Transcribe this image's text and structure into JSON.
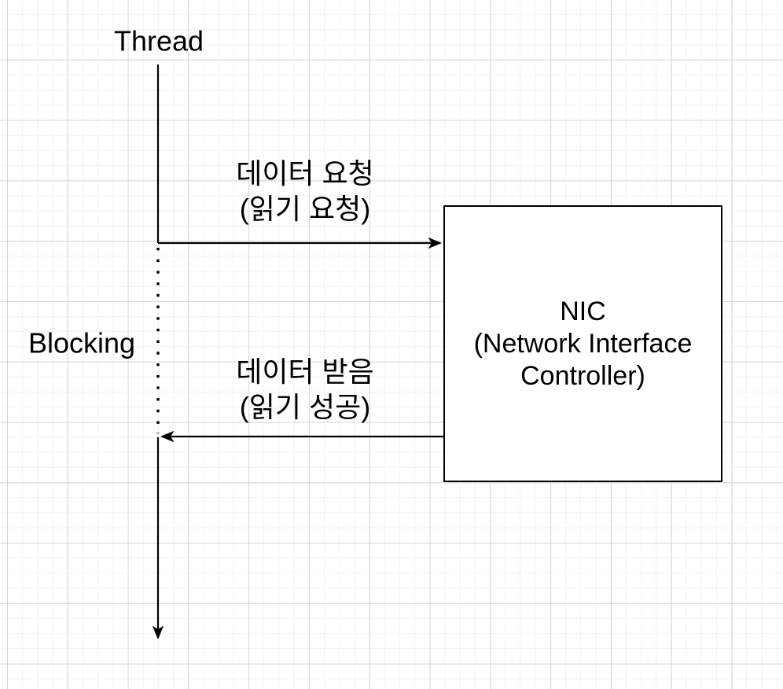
{
  "diagram": {
    "thread": {
      "label": "Thread"
    },
    "blocking": {
      "label": "Blocking"
    },
    "request_arrow": {
      "line1": "데이터 요청",
      "line2": "(읽기 요청)"
    },
    "receive_arrow": {
      "line1": "데이터 받음",
      "line2": "(읽기 성공)"
    },
    "nic": {
      "line1": "NIC",
      "line2": "(Network Interface",
      "line3": "Controller)"
    },
    "colors": {
      "stroke": "#000000",
      "box_fill": "#ffffff",
      "canvas_background": "#ffffff",
      "grid_minor": "#f2f2f2",
      "grid_major": "#d7d7d7"
    }
  }
}
